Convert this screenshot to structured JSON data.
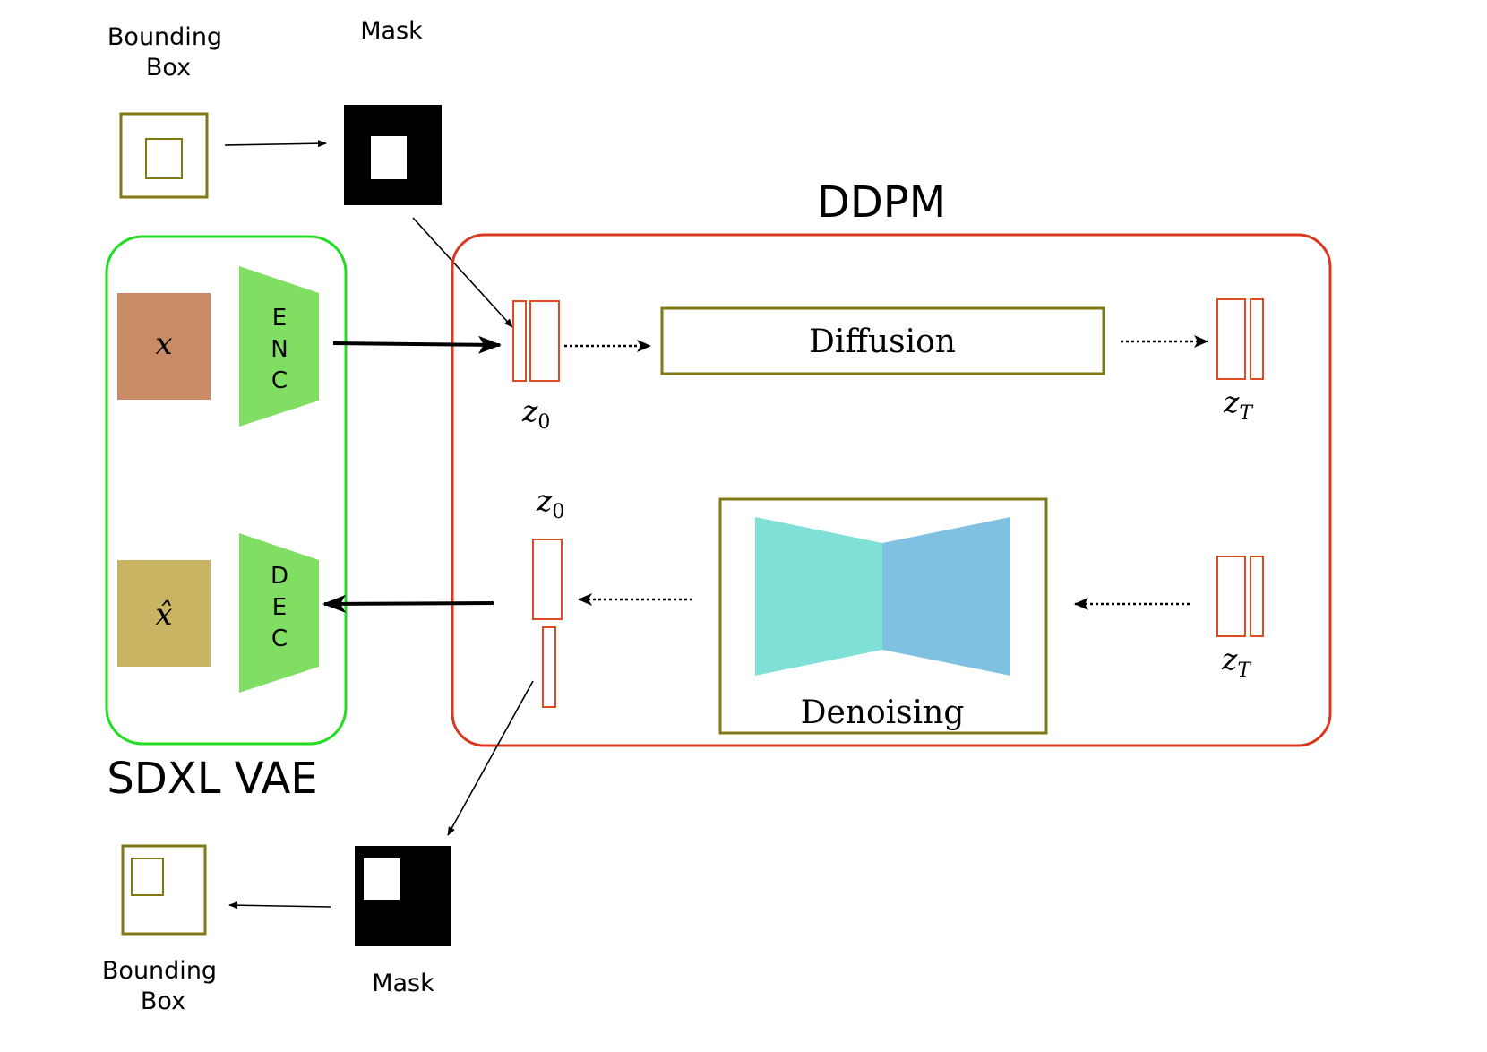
{
  "top": {
    "bbox_label_line1": "Bounding",
    "bbox_label_line2": "Box",
    "mask_label": "Mask"
  },
  "bottom": {
    "bbox_label_line1": "Bounding",
    "bbox_label_line2": "Box",
    "mask_label": "Mask"
  },
  "vae": {
    "title": "SDXL VAE",
    "input_symbol": "x",
    "output_symbol": "x̂",
    "encoder_letters": [
      "E",
      "N",
      "C"
    ],
    "decoder_letters": [
      "D",
      "E",
      "C"
    ]
  },
  "ddpm": {
    "title": "DDPM",
    "diffusion_label": "Diffusion",
    "denoising_label": "Denoising",
    "z0_base": "z",
    "z0_sub": "0",
    "zT_base": "z",
    "zT_sub": "T"
  },
  "colors": {
    "olive": "#7f7a14",
    "vae_border": "#22dd22",
    "ddpm_border": "#d9381e",
    "latent": "#e04a22",
    "x_fill": "#c98b66",
    "xhat_fill": "#c9b463",
    "enc_dec_fill": "#80de63",
    "unet_left": "#7fe0d8",
    "unet_right": "#80c0e0"
  }
}
